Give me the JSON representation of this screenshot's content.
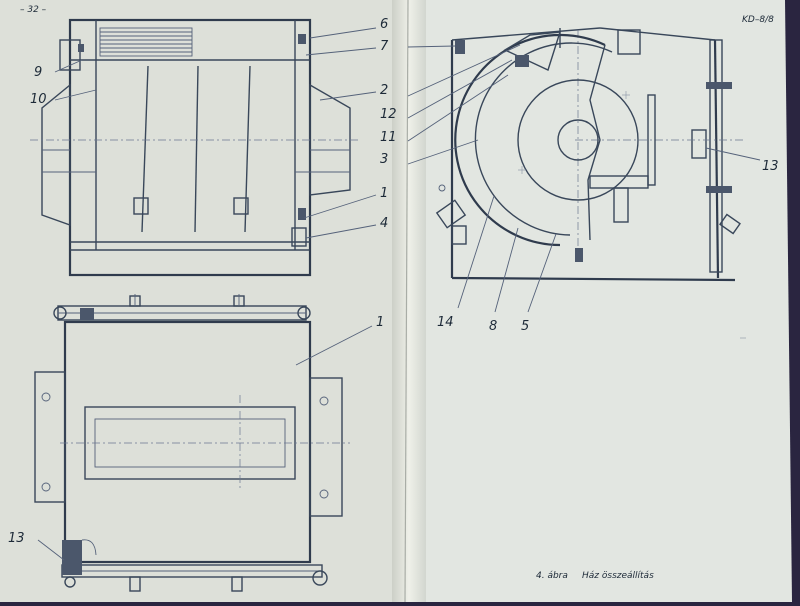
{
  "page_number": "– 32 –",
  "sheet_code": "KD–8/8",
  "caption": {
    "figure": "4. ábra",
    "title": "Ház összeállítás"
  },
  "callouts": {
    "front": [
      "6",
      "7",
      "9",
      "10",
      "2",
      "12",
      "11",
      "3",
      "1",
      "4"
    ],
    "plan": [
      "1",
      "13"
    ],
    "side": [
      "13",
      "14",
      "8",
      "5"
    ]
  },
  "colors": {
    "paper_left": "#dde0d9",
    "paper_right": "#e2e6e1",
    "ink": "#3b4658",
    "background": "#2a2540"
  }
}
